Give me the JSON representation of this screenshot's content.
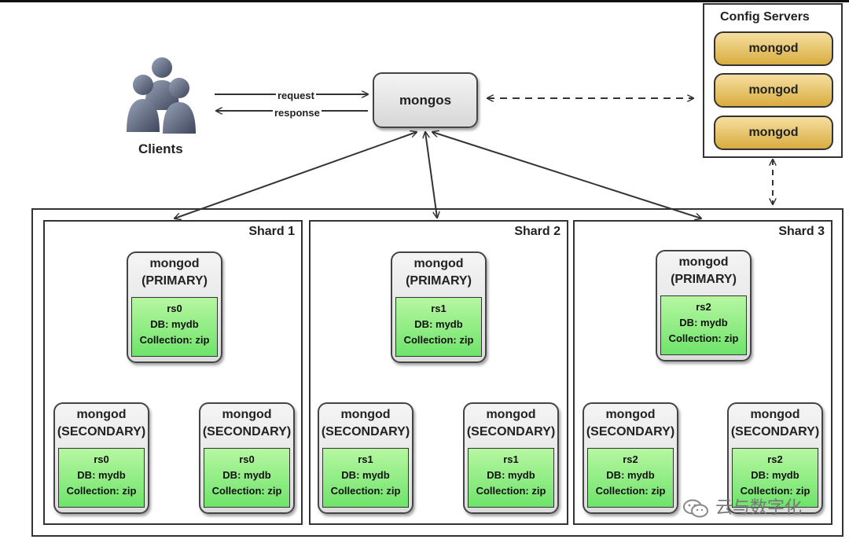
{
  "clients": {
    "label": "Clients"
  },
  "mongos": {
    "label": "mongos"
  },
  "connection": {
    "request": "request",
    "response": "response"
  },
  "config_servers": {
    "title": "Config Servers",
    "nodes": [
      "mongod",
      "mongod",
      "mongod"
    ]
  },
  "shards": [
    {
      "title": "Shard 1",
      "primary": {
        "name": "mongod",
        "role": "(PRIMARY)",
        "rs": "rs0",
        "db": "DB: mydb",
        "collection": "Collection: zip"
      },
      "secondaries": [
        {
          "name": "mongod",
          "role": "(SECONDARY)",
          "rs": "rs0",
          "db": "DB: mydb",
          "collection": "Collection: zip"
        },
        {
          "name": "mongod",
          "role": "(SECONDARY)",
          "rs": "rs0",
          "db": "DB: mydb",
          "collection": "Collection: zip"
        }
      ]
    },
    {
      "title": "Shard 2",
      "primary": {
        "name": "mongod",
        "role": "(PRIMARY)",
        "rs": "rs1",
        "db": "DB: mydb",
        "collection": "Collection: zip"
      },
      "secondaries": [
        {
          "name": "mongod",
          "role": "(SECONDARY)",
          "rs": "rs1",
          "db": "DB: mydb",
          "collection": "Collection: zip"
        },
        {
          "name": "mongod",
          "role": "(SECONDARY)",
          "rs": "rs1",
          "db": "DB: mydb",
          "collection": "Collection: zip"
        }
      ]
    },
    {
      "title": "Shard 3",
      "primary": {
        "name": "mongod",
        "role": "(PRIMARY)",
        "rs": "rs2",
        "db": "DB: mydb",
        "collection": "Collection: zip"
      },
      "secondaries": [
        {
          "name": "mongod",
          "role": "(SECONDARY)",
          "rs": "rs2",
          "db": "DB: mydb",
          "collection": "Collection: zip"
        },
        {
          "name": "mongod",
          "role": "(SECONDARY)",
          "rs": "rs2",
          "db": "DB: mydb",
          "collection": "Collection: zip"
        }
      ]
    }
  ],
  "watermark": {
    "icon": "wechat-icon",
    "text": "云与数字化"
  },
  "colors": {
    "replica_green": "#7ee86f",
    "config_gold": "#e5c061",
    "node_gray": "#e4e4e4",
    "line": "#333333"
  }
}
